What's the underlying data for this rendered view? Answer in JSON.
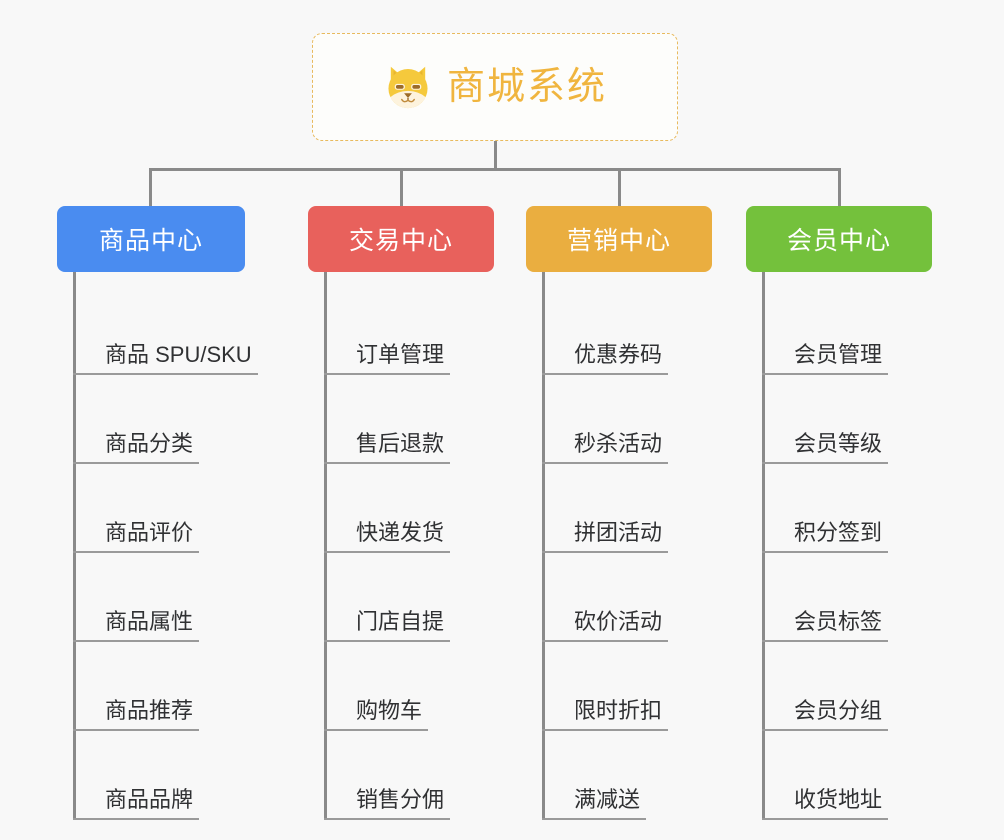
{
  "diagram": {
    "type": "mindmap-tree",
    "background_color": "#f8f8f8",
    "connector_color": "#8a8a8a",
    "root": {
      "title": "商城系统",
      "icon": "shiba-dog-icon",
      "text_color": "#f0b53f",
      "border_color": "#e8ba5e"
    },
    "categories": [
      {
        "label": "商品中心",
        "color": "#4a8cf0",
        "items": [
          "商品 SPU/SKU",
          "商品分类",
          "商品评价",
          "商品属性",
          "商品推荐",
          "商品品牌"
        ]
      },
      {
        "label": "交易中心",
        "color": "#e8615c",
        "items": [
          "订单管理",
          "售后退款",
          "快递发货",
          "门店自提",
          "购物车",
          "销售分佣"
        ]
      },
      {
        "label": "营销中心",
        "color": "#eaae40",
        "items": [
          "优惠券码",
          "秒杀活动",
          "拼团活动",
          "砍价活动",
          "限时折扣",
          "满减送"
        ]
      },
      {
        "label": "会员中心",
        "color": "#74c13c",
        "items": [
          "会员管理",
          "会员等级",
          "积分签到",
          "会员标签",
          "会员分组",
          "收货地址"
        ]
      }
    ]
  }
}
